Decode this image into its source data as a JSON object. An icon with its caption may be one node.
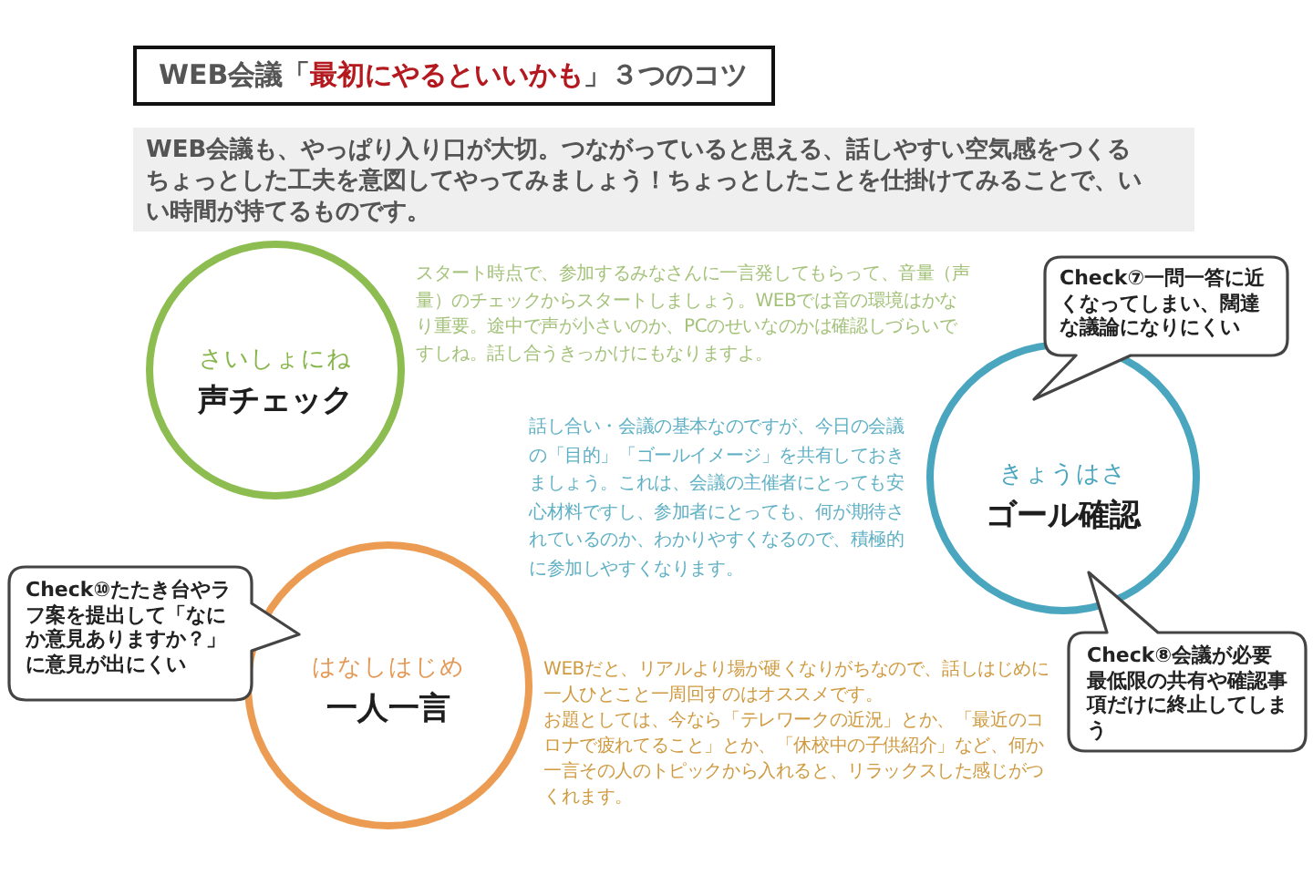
{
  "diagram": {
    "title": "WEB会議「**最初にやるといいかも**」３つのコツ",
    "nodes": [
      {
        "text": [
          "WEB会議も、やっぱり入り口が大切。つながっていると思える、話しやすい空気感をつくるちょっとした工夫を意図してやってみましょう！ちょっとしたことを仕掛けてみることで、いい時間が持てるものです。"
        ]
      },
      {
        "text": [
          "さいしょにね",
          "声チェック"
        ]
      },
      {
        "text": [
          "Check⑦一問一答に近くなってしまい、闊達な議論になりにくい"
        ]
      },
      {
        "text": [
          "きょうはさ",
          "ゴール確認"
        ]
      },
      {
        "text": [
          "Check⑩たたき台やラフ案を提出して「なにか意見ありますか？」に意見が出にくい"
        ]
      },
      {
        "text": [
          "はなしはじめ",
          "一人一言"
        ],
        "beside": [
          "WEBだと、リアルより場が硬くなりがちなので、話しはじめに一人ひとこと一周回すのはオススメです。",
          "お題としては、今なら「テレワークの近況」とか、「最近のコロナで疲れてること」とか、「休校中の子供紹介」など、何か一言その人のトピックから入れると、リラックスした感じがつくれます。"
        ]
      },
      {
        "text": [
          "Check⑧会議が必要最低限の共有や確認事項だけに終止してしまう"
        ]
      }
    ],
    "labels": [
      "スタート時点で、参加するみなさんに一言発してもらって、音量（声量）のチェックからスタートしましょう。WEBでは音の環境はかなり重要。途中で声が小さいのか、PCのせいなのかは確認しづらいですしね。話し合うきっかけにもなりますよ。",
      "話し合い・会議の基本なのですが、今日の会議の「目的」「ゴールイメージ」を共有しておきましょう。これは、会議の主催者にとっても安心材料ですし、参加者にとっても、何が期待されているのか、わかりやすくなるので、積極的に参加しやすくなります。"
    ]
  }
}
